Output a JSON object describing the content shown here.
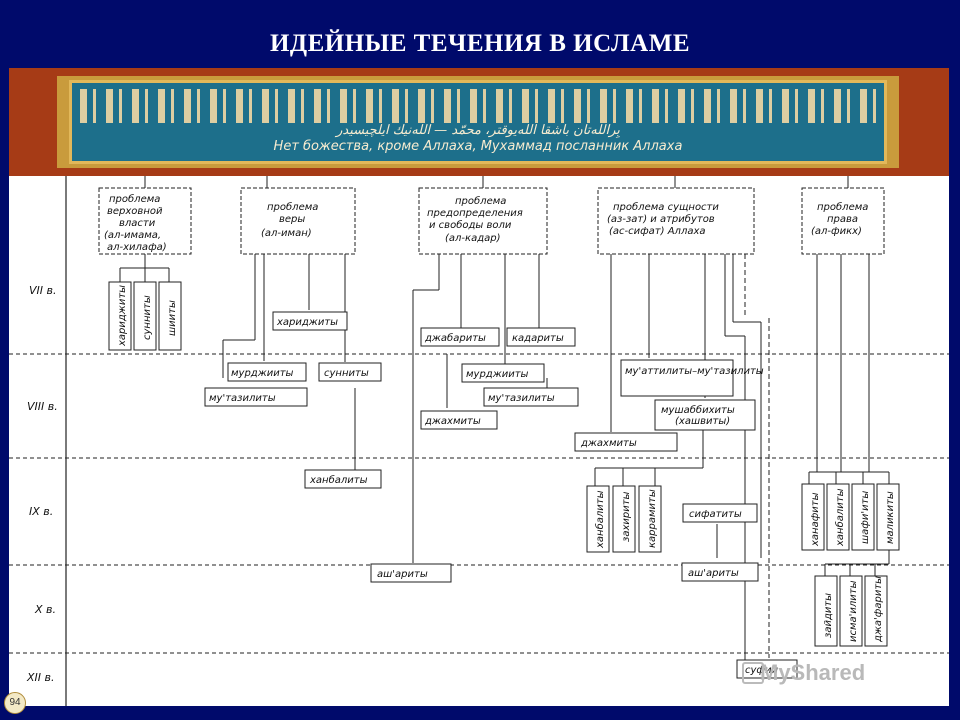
{
  "slide": {
    "title": "ИДЕЙНЫЕ ТЕЧЕНИЯ В ИСЛАМЕ",
    "page_number": "94"
  },
  "banner": {
    "arabic_line": "بِرالله‌تان باشقا الله‌يوقتر، محمّد — الله‌نيك ايلچيسيدر",
    "russian_line": "Нет божества, кроме Аллаха, Мухаммад посланник Аллаха"
  },
  "centuries": [
    "VII в.",
    "VIII в.",
    "IX в.",
    "X в.",
    "XII в."
  ],
  "problems": [
    [
      "проблема",
      "верховной",
      "власти",
      "(ал-имама,",
      "ал-хилафа)"
    ],
    [
      "проблема",
      "веры",
      "(ал-иман)"
    ],
    [
      "проблема",
      "предопределения",
      "и свободы воли",
      "(ал-кадар)"
    ],
    [
      "проблема сущности",
      "(аз-зат) и атрибутов",
      "(ас-сифат) Аллаха"
    ],
    [
      "проблема",
      "права",
      "(ал-фикх)"
    ]
  ],
  "sects": {
    "kharijites": "хариджиты",
    "sunnis": "сунниты",
    "shiites": "шииты",
    "murjiites": "мурджииты",
    "mutazilites": "му'тазилиты",
    "hanbalites": "ханбалиты",
    "jabarites": "джабариты",
    "qadarites": "кадариты",
    "jahmites": "джахмиты",
    "mutazilites_alt": "му'аттилиты–му'тазилиты",
    "mushabbihites": [
      "мушаббихиты",
      "(хашвиты)"
    ],
    "zahirites": "захириты",
    "karramites": "каррамиты",
    "sifatites": "сифатиты",
    "asharites": "аш'ариты",
    "hanafites": "ханафиты",
    "shafiites": "шафи'иты",
    "malikites": "маликиты",
    "zaydites": "зайдиты",
    "ismailites": "исма'илиты",
    "jafarites": "джа'фариты",
    "sufis": "суфии"
  },
  "watermark": "MyShared"
}
